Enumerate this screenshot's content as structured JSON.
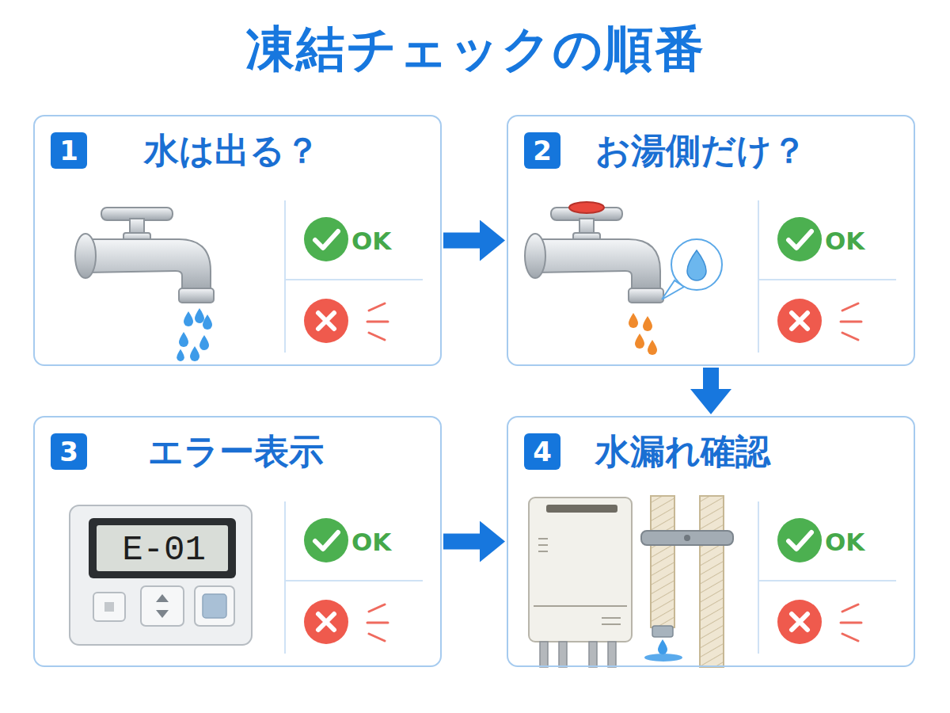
{
  "diagram": {
    "title": "凍結チェックの順番",
    "nodes": [
      {
        "text": [
          "1",
          "水は出る？",
          "OK"
        ]
      },
      {
        "text": [
          "2",
          "お湯側だけ？",
          "OK"
        ]
      },
      {
        "text": [
          "3",
          "エラー表示",
          "E-01",
          "OK"
        ]
      },
      {
        "text": [
          "4",
          "水漏れ確認",
          "OK"
        ]
      }
    ],
    "edges": [
      {
        "from": 0,
        "to": 1,
        "arrow": "to"
      },
      {
        "from": 1,
        "to": 3,
        "arrow": "to"
      },
      {
        "from": 2,
        "to": 3,
        "arrow": "to"
      }
    ]
  }
}
